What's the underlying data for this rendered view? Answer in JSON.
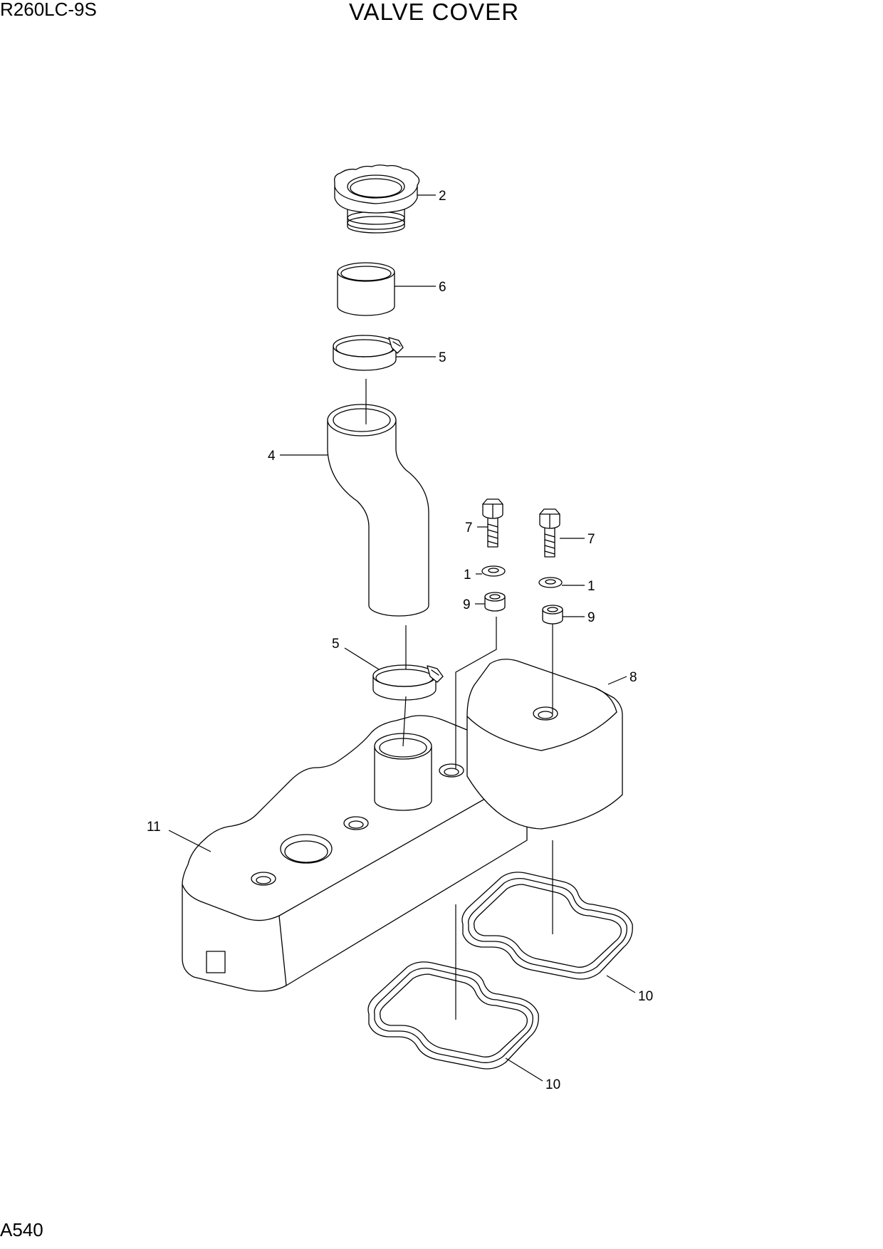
{
  "header": {
    "model": "R260LC-9S",
    "title": "VALVE COVER"
  },
  "footer": {
    "page_code": "A540"
  },
  "callouts": {
    "c2": "2",
    "c6": "6",
    "c5_top": "5",
    "c4": "4",
    "c7_left": "7",
    "c7_right": "7",
    "c1_left": "1",
    "c1_right": "1",
    "c9_left": "9",
    "c9_right": "9",
    "c5_low": "5",
    "c8": "8",
    "c11": "11",
    "c10_right": "10",
    "c10_low": "10"
  }
}
